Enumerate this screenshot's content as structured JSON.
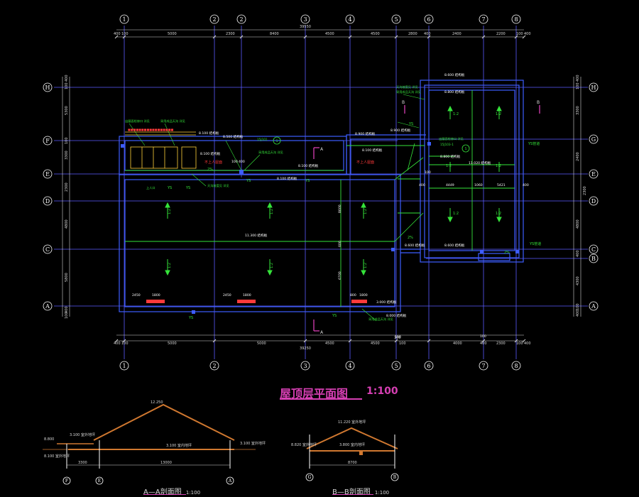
{
  "title": {
    "main": "屋顶层平面图",
    "scale": "1:100"
  },
  "sections": {
    "aa": {
      "title": "A—A剖面图",
      "scale": "1:100",
      "ridge_elev": "12.250",
      "elev_left": "8.800",
      "elev_left_low": "8.100 室外地坪",
      "elev_right": "3.100 室外地坪",
      "elev_floor": "3.100 室内地坪",
      "eave_left": "3.100 室外地坪",
      "dims": [
        "3300",
        "13000"
      ],
      "axes": [
        "F",
        "E",
        "A"
      ]
    },
    "bb": {
      "title": "B—B剖面图",
      "scale": "1:100",
      "ridge_elev": "11.220 室外地坪",
      "elev_left": "8.820 室外地坪",
      "elev_floor": "3.800 室内地坪",
      "dims": [
        "8700"
      ],
      "axes": [
        "G",
        "B"
      ]
    }
  },
  "grid": {
    "columns": [
      "1",
      "2",
      "2",
      "3",
      "4",
      "5",
      "6",
      "7",
      "8"
    ],
    "rows_left": [
      "H",
      "F",
      "E",
      "D",
      "C",
      "A"
    ],
    "rows_right": [
      "H",
      "G",
      "E",
      "D",
      "C",
      "B",
      "A"
    ]
  },
  "dims": {
    "top_total": "39550",
    "top": [
      "400",
      "100",
      "5000",
      "2300",
      "8400",
      "4500",
      "4500",
      "2800",
      "400",
      "2400",
      "2200",
      "100",
      "400"
    ],
    "bottom_total": "39250",
    "bottom": [
      "400",
      "100",
      "5000",
      "5000",
      "4500",
      "4500",
      "100",
      "100",
      "4000",
      "400",
      "2300",
      "100",
      "400"
    ],
    "left": [
      "400",
      "100",
      "5300",
      "100",
      "3300",
      "2300",
      "4800",
      "5800",
      "400",
      "100"
    ],
    "right": [
      "400",
      "100",
      "3300",
      "2400",
      "2300",
      "4800",
      "400",
      "4300",
      "100",
      "400"
    ]
  },
  "notes": {
    "elev_8600": "8.600 结构板",
    "elev_8800": "8.800 结构板",
    "elev_8100": "8.100 结构板",
    "elev_8500": "8.500 结构板",
    "elev_8900": "8.900 结构板",
    "elev_11300": "11.300 结构板",
    "elev_11020": "11.020 结构板",
    "elev_3000": "3.000 结构板",
    "elev_8000": "8.000 结构板",
    "slope": "1:2",
    "ys": "YS",
    "ys_pipe": "YS管道",
    "pct": "2%",
    "upper": "上人口",
    "no_upper": "不上人屋面",
    "hatch_note": "出屋面检修口 详见",
    "rain_note": "采用成品天沟 详见",
    "gutter_note": "天沟坡度见 详见",
    "h_1800": "1800",
    "h_2450": "2450",
    "h_4449": "4449",
    "h_1060": "1060",
    "h_5421": "5421",
    "h_800": "800",
    "h_600": "600",
    "h_6700": "6700",
    "h_8600": "8600",
    "h_100": "100",
    "h_400": "400",
    "sec_a": "A",
    "sec_b": "B",
    "code1": "15J101",
    "code2": "15J103-1",
    "num_5": "5"
  },
  "colors": {
    "axis": "#ffffff",
    "grid": "#5a5cff",
    "wall": "#3d5dff",
    "dim": "#d8d8d8",
    "annot": "#35e33a",
    "elev": "#ffffff",
    "accent": "#d63fb3",
    "red": "#ff3a3a",
    "yellow": "#ffd23a",
    "roof": "#d07830"
  }
}
